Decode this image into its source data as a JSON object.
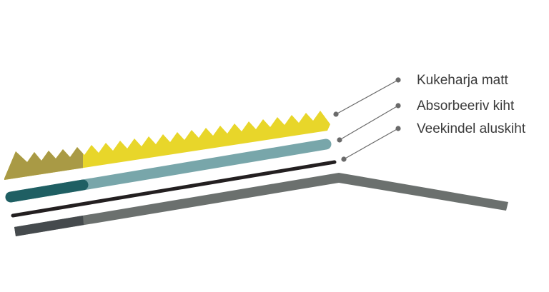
{
  "labels": {
    "mat": "Kukeharja matt",
    "absorbent": "Absorbeeriv kiht",
    "waterproof": "Veekindel aluskiht"
  },
  "colors": {
    "spikes_main": "#e8d62a",
    "spikes_dark": "#a99a45",
    "absorbent_main": "#78a6aa",
    "absorbent_dark": "#1f5f63",
    "membrane": "#231f20",
    "base_main": "#6b706e",
    "base_dark": "#454a4d",
    "leader": "#6a6a6a",
    "text": "#3a3a3a"
  }
}
